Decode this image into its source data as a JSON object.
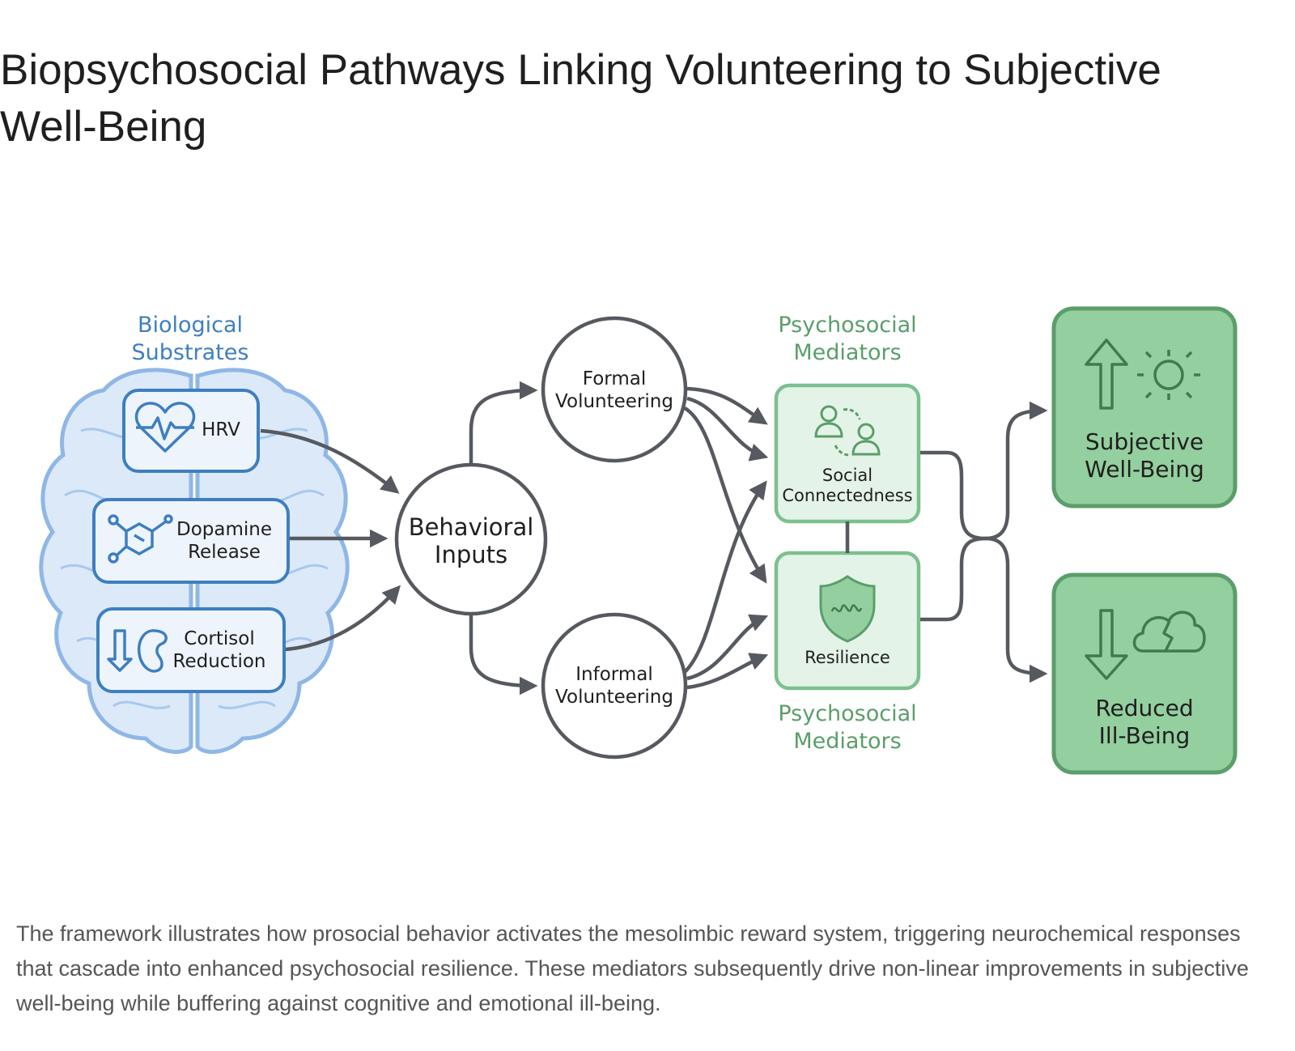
{
  "title": "Biopsychosocial Pathways Linking Volunteering to Subjective Well-Being",
  "diagram": {
    "biological": {
      "heading": "Biological\nSubstrates",
      "items": [
        {
          "label": "HRV",
          "icon": "heart-rate-icon"
        },
        {
          "label": "Dopamine\nRelease",
          "icon": "molecule-icon"
        },
        {
          "label": "Cortisol\nReduction",
          "icon": "kidney-down-arrow-icon"
        }
      ]
    },
    "behavioral_inputs": "Behavioral\nInputs",
    "volunteering": {
      "formal": "Formal\nVolunteering",
      "informal": "Informal\nVolunteering"
    },
    "mediators": {
      "heading_top": "Psychosocial\nMediators",
      "heading_bottom": "Psychosocial\nMediators",
      "social": {
        "label": "Social\nConnectedness",
        "icon": "people-icon"
      },
      "resilience": {
        "label": "Resilience",
        "icon": "shield-icon"
      }
    },
    "outcomes": {
      "well_being": {
        "label": "Subjective\nWell-Being",
        "icon": "up-arrow-sun-icon"
      },
      "ill_being": {
        "label": "Reduced\nIll-Being",
        "icon": "down-arrow-broken-cloud-icon"
      }
    },
    "colors": {
      "blue_stroke": "#3d7fc0",
      "blue_fill": "#dce9f8",
      "green_stroke": "#7cc08f",
      "green_fill": "#e4f3e7",
      "green_outcome_fill": "#94cf9f",
      "green_outcome_stroke": "#5a9e6a",
      "arrow": "#565a60"
    }
  },
  "caption": "The framework illustrates how prosocial behavior activates the mesolimbic reward system, triggering neurochemical responses that cascade into enhanced psychosocial resilience. These mediators subsequently drive non-linear improvements in subjective well-being while buffering against cognitive and emotional ill-being."
}
